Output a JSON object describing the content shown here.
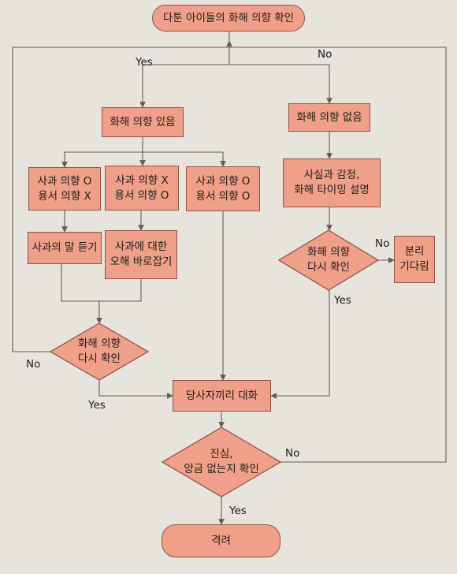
{
  "colors": {
    "node_fill": "#f0a088",
    "node_border": "#8c5446",
    "line": "#6a5a52",
    "background": "#e7e4de"
  },
  "nodes": {
    "start": "다툰 아이들의 화해 의향 확인",
    "will_yes": "화해 의향 있음",
    "will_no": "화해 의향 없음",
    "case_a": "사과 의향 O\n용서 의향 X",
    "case_b": "사과 의향 X\n용서 의향 O",
    "case_c": "사과 의향 O\n용서 의향 O",
    "listen_apology": "사과의 말 듣기",
    "fix_misunderstanding": "사과에 대한\n오해 바로잡기",
    "explain_facts": "사실과 감정,\n화해 타이밍 설명",
    "recheck_left": "화해 의향\n다시 확인",
    "recheck_right": "화해 의향\n다시 확인",
    "wait_apart": "분리\n기다림",
    "talk_together": "당사자끼리 대화",
    "check_sincere": "진심,\n앙금 없는지 확인",
    "encourage": "격려"
  },
  "labels": {
    "yes_top": "Yes",
    "no_top": "No",
    "no_right": "No",
    "yes_right": "Yes",
    "no_left": "No",
    "yes_left": "Yes",
    "no_bottom": "No",
    "yes_bottom": "Yes"
  }
}
